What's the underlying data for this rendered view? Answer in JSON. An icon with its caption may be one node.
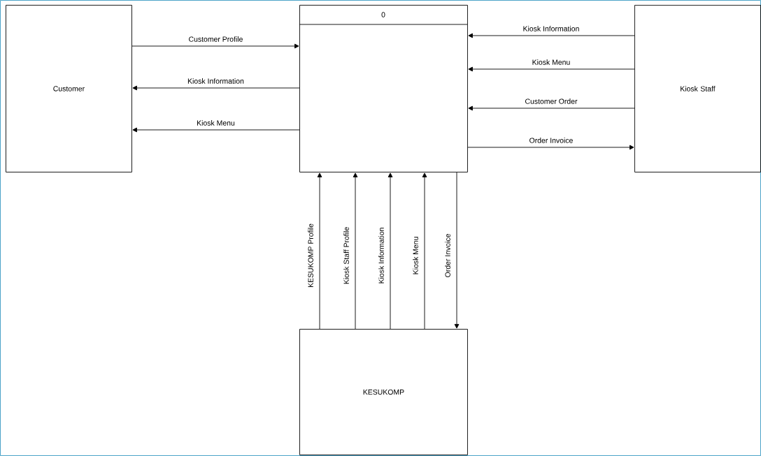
{
  "diagram": {
    "nodes": [
      {
        "text": [
          "Customer"
        ]
      },
      {
        "text": [
          "0"
        ]
      },
      {
        "text": [
          "Kiosk Staff"
        ]
      },
      {
        "text": [
          "KESUKOMP"
        ]
      }
    ],
    "edges": [
      {
        "from": 0,
        "to": 1,
        "arrow": "to",
        "label": "Customer Profile"
      },
      {
        "from": 1,
        "to": 0,
        "arrow": "to",
        "label": "Kiosk Information"
      },
      {
        "from": 1,
        "to": 0,
        "arrow": "to",
        "label": "Kiosk Menu"
      },
      {
        "from": 2,
        "to": 1,
        "arrow": "to",
        "label": "Kiosk Information"
      },
      {
        "from": 2,
        "to": 1,
        "arrow": "to",
        "label": "Kiosk Menu"
      },
      {
        "from": 2,
        "to": 1,
        "arrow": "to",
        "label": "Customer Order"
      },
      {
        "from": 1,
        "to": 2,
        "arrow": "to",
        "label": "Order Invoice"
      },
      {
        "from": 3,
        "to": 1,
        "arrow": "to",
        "label": "KESUKOMP Profile"
      },
      {
        "from": 3,
        "to": 1,
        "arrow": "to",
        "label": "Kiosk Staff Profile"
      },
      {
        "from": 3,
        "to": 1,
        "arrow": "to",
        "label": "Kiosk Information"
      },
      {
        "from": 3,
        "to": 1,
        "arrow": "to",
        "label": "Kiosk Menu"
      },
      {
        "from": 1,
        "to": 3,
        "arrow": "to",
        "label": "Order Invoice"
      }
    ]
  }
}
